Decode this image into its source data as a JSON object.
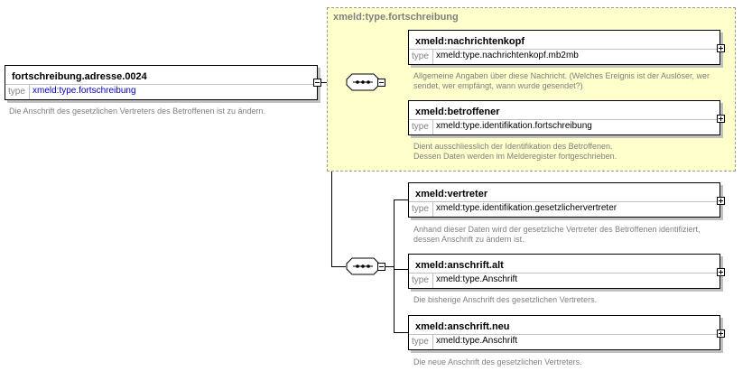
{
  "root": {
    "name": "fortschreibung.adresse.0024",
    "type_label": "type",
    "type_value": "xmeld:type.fortschreibung",
    "description": "Die Anschrift des gesetzlichen Vertreters des Betroffenen ist zu ändern."
  },
  "group": {
    "title": "xmeld:type.fortschreibung"
  },
  "elements": [
    {
      "name": "xmeld:nachrichtenkopf",
      "type_label": "type",
      "type_value": "xmeld:type.nachrichtenkopf.mb2mb",
      "desc_lines": [
        "Allgemeine Angaben über diese Nachricht. (Welches Ereignis ist der Auslöser, wer",
        "sendet, wer empfängt, wann wurde gesendet?)"
      ]
    },
    {
      "name": "xmeld:betroffener",
      "type_label": "type",
      "type_value": "xmeld:type.identifikation.fortschreibung",
      "desc_lines": [
        "Dient ausschliesslich der Identifikation des Betroffenen.",
        "Dessen Daten werden im Melderegister fortgeschrieben."
      ]
    },
    {
      "name": "xmeld:vertreter",
      "type_label": "type",
      "type_value": "xmeld:type.identifikation.gesetzlichervertreter",
      "desc_lines": [
        "Anhand dieser Daten wird der gesetzliche Vertreter des Betroffenen identifiziert,",
        "dessen Anschrift zu ändern ist."
      ]
    },
    {
      "name": "xmeld:anschrift.alt",
      "type_label": "type",
      "type_value": "xmeld:type.Anschrift",
      "desc_lines": [
        "Die bisherige Anschrift des gesetzlichen Vertreters."
      ]
    },
    {
      "name": "xmeld:anschrift.neu",
      "type_label": "type",
      "type_value": "xmeld:type.Anschrift",
      "desc_lines": [
        "Die neue Anschrift des gesetzlichen Vertreters."
      ]
    }
  ]
}
